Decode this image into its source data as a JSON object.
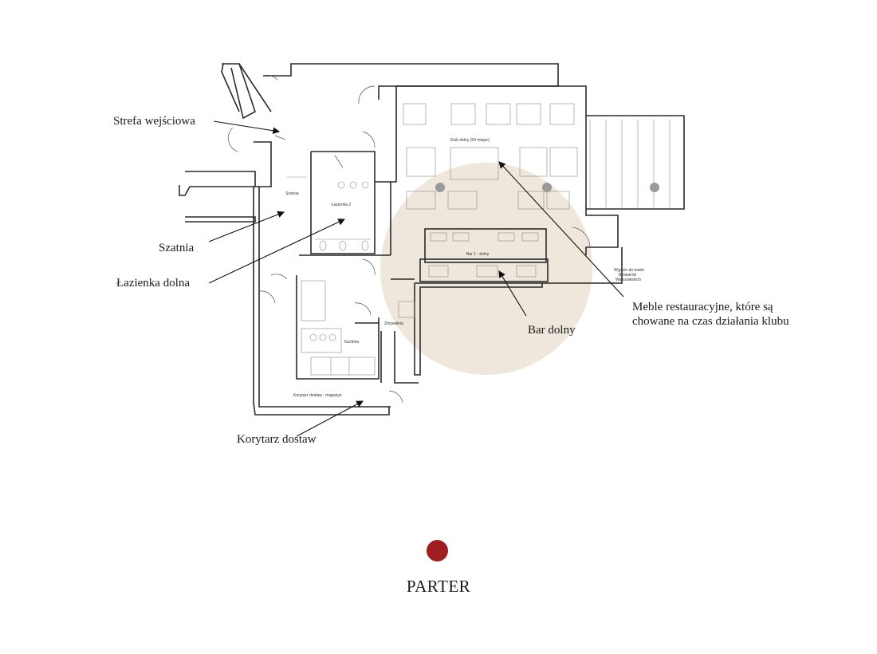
{
  "labels": {
    "entrance_zone": "Strefa wejściowa",
    "cloakroom": "Szatnia",
    "bathroom": "Łazienka dolna",
    "delivery_corridor": "Korytarz dostaw",
    "furniture_line1": "Meble restauracyjne, które są",
    "furniture_line2": "chowane na czas działania klubu",
    "bar": "Bar dolny"
  },
  "plan_text": {
    "szatnia": "Szatnia",
    "lazienka": "Łazienka 2",
    "klub": "Klub dolny (50 miejsc)",
    "bar1": "Bar 1 - dolny",
    "kuchnia": "Kuchnia",
    "zmywalnia": "Zmywalnia",
    "korytarz": "Korytarz dostaw - magazyn",
    "wyjscie1": "Wyjście do toalet",
    "wyjscie2": "Browarów",
    "wyjscie3": "Warszawskich"
  },
  "floor": {
    "title": "PARTER",
    "marker_color": "#a01d22"
  },
  "colors": {
    "highlight": "#efe6dc",
    "wall": "#2a2a2a"
  }
}
